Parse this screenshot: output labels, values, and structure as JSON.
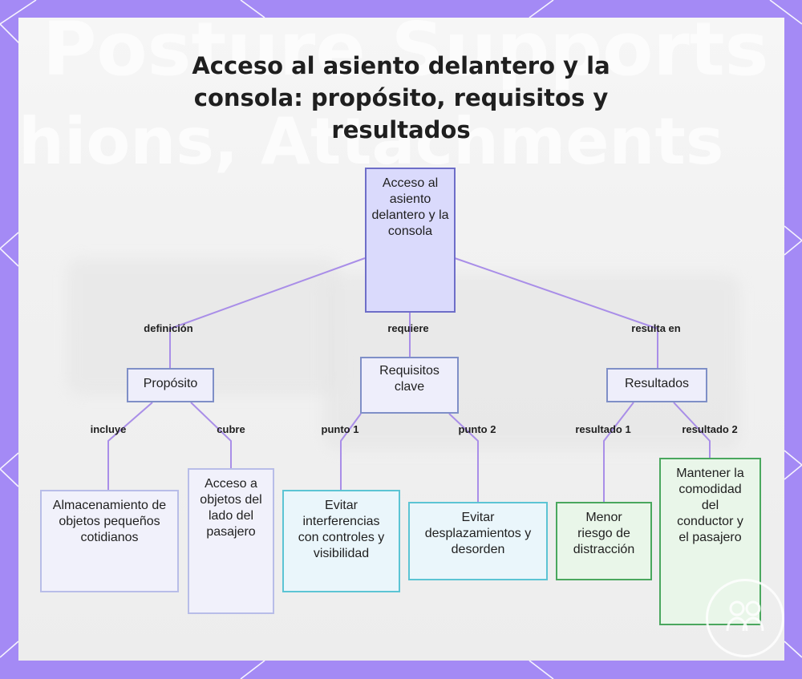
{
  "title": "Acceso al asiento delantero y la consola: propósito, requisitos y resultados",
  "background_text": {
    "line1": "Posture Supports",
    "line2": "hions, Attachments"
  },
  "colors": {
    "frame": "#a48af5",
    "edge": "#a98ee8",
    "root_fill": "#dadafc",
    "lavender_fill": "#eeeefb",
    "cyan_border": "#5cc4d4",
    "green_border": "#4aa75e"
  },
  "nodes": {
    "root": "Acceso al asiento delantero y la consola",
    "purpose": "Propósito",
    "requirements": "Requisitos clave",
    "results": "Resultados",
    "storage": "Almacenamiento de objetos pequeños cotidianos",
    "passenger_access": "Acceso a objetos del lado del pasajero",
    "avoid_interference": "Evitar interferencias con controles y visibilidad",
    "avoid_displacement": "Evitar desplazamientos y desorden",
    "less_distraction": "Menor riesgo de distracción",
    "comfort": "Mantener la comodidad del conductor y el pasajero"
  },
  "edge_labels": {
    "definition": "definición",
    "requires": "requiere",
    "results_in": "resulta en",
    "includes": "incluye",
    "covers": "cubre",
    "point1": "punto 1",
    "point2": "punto 2",
    "result1": "resultado 1",
    "result2": "resultado 2"
  },
  "logo_icon": "people-logo-icon"
}
